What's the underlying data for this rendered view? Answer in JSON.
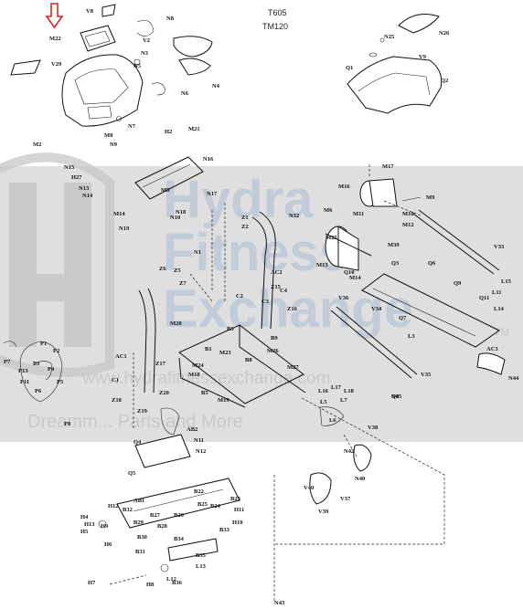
{
  "header": {
    "model_line_1": "T605",
    "model_line_2": "TM120"
  },
  "watermark": {
    "word_1": "Hydra",
    "word_2": "Fitness",
    "word_3": "Exchange",
    "url": "www.hydrafitnessexchange.com",
    "tagline": "Dreamm... Parts and More",
    "mark_suffix": "TM"
  },
  "highlight": {
    "arrow_color": "#e02424",
    "watermark_band_color": "#d9d9d9",
    "watermark_text_color": "#b7c6d6"
  },
  "labels": {
    "v8": "V8",
    "m22_top": "M22",
    "n8": "N8",
    "v2": "V2",
    "n3": "N3",
    "n4": "N4",
    "n5": "N5",
    "v29": "V29",
    "n6": "N6",
    "m2": "M2",
    "n7": "N7",
    "n25": "N25",
    "n26": "N26",
    "v9": "V9",
    "q1": "Q1",
    "q2": "Q2",
    "m8": "M8",
    "h2": "H2",
    "n9": "N9",
    "m21": "M21",
    "n15a": "N15",
    "h27": "H27",
    "n16": "N16",
    "n13": "N13",
    "m14": "M14",
    "m5": "M5",
    "n17": "N17",
    "m17": "M17",
    "m16": "M16",
    "m9": "M9",
    "m10": "M10",
    "m6": "M6",
    "m11": "M11",
    "m12": "M12",
    "m25": "M25",
    "m39": "M39",
    "v33": "V33",
    "m13": "M13",
    "n1": "N1",
    "m14b": "M14",
    "n18": "N18",
    "n10": "N10",
    "n32": "N32",
    "n19": "N19",
    "z1": "Z1",
    "z2": "Z2",
    "z5": "Z5",
    "z6": "Z6",
    "z7": "Z7",
    "l15": "L15",
    "l11": "L11",
    "l14": "L14",
    "ac1": "AC1",
    "ac2": "AC2",
    "c1": "C1",
    "c2": "C2",
    "c3": "C3",
    "c4": "C4",
    "z17": "Z17",
    "z18": "Z18",
    "z19": "Z19",
    "z20": "Z20",
    "z15": "Z15",
    "z16": "Z16",
    "b1": "B1",
    "b3": "B3",
    "b5": "B5",
    "b8": "B8",
    "b9": "B9",
    "m18": "M18",
    "m23": "M23",
    "m24": "M24",
    "m26": "M26",
    "m27": "M27",
    "m20": "M20",
    "l3": "L3",
    "l5": "L5",
    "l6": "L6",
    "l7": "L7",
    "v35": "V35",
    "v34": "V34",
    "v36": "V36",
    "v37": "V37",
    "v38": "V38",
    "v39": "V39",
    "v40": "V40",
    "ac3": "AC3",
    "n44": "N44",
    "n45": "N45",
    "n11": "N11",
    "n12": "N12",
    "n40": "N40",
    "n42": "N42",
    "ab1": "AB1",
    "p1": "P1",
    "p2": "P2",
    "p3": "P3",
    "p4": "P4",
    "p5": "P5",
    "p6": "P6",
    "p7": "P7",
    "p8": "P8",
    "p11": "P11",
    "p13": "P13",
    "q3": "Q3",
    "q4": "Q4",
    "q5": "Q5",
    "q6": "Q6",
    "q7": "Q7",
    "q8": "Q8",
    "q9": "Q9",
    "q10": "Q10",
    "q11": "Q11",
    "b22": "B22",
    "b23": "B23",
    "b24": "B24",
    "b25": "B25",
    "b26": "B26",
    "b27": "B27",
    "b28": "B28",
    "b29": "B29",
    "b30": "B30",
    "b31": "B31",
    "b32": "B32",
    "b33": "B33",
    "b34": "B34",
    "b35": "B35",
    "b36": "B36",
    "h4": "H4",
    "h5": "H5",
    "h6": "H6",
    "h7": "H7",
    "h8": "H8",
    "h9": "H9",
    "h10": "H10",
    "h11": "H11",
    "h12": "H12",
    "h13": "H13",
    "l12": "L12",
    "l13": "L13",
    "n43": "N43",
    "m19": "M19",
    "ab2": "AB2",
    "l16": "L16",
    "l17": "L17",
    "n14": "N14",
    "l18": "L18"
  }
}
